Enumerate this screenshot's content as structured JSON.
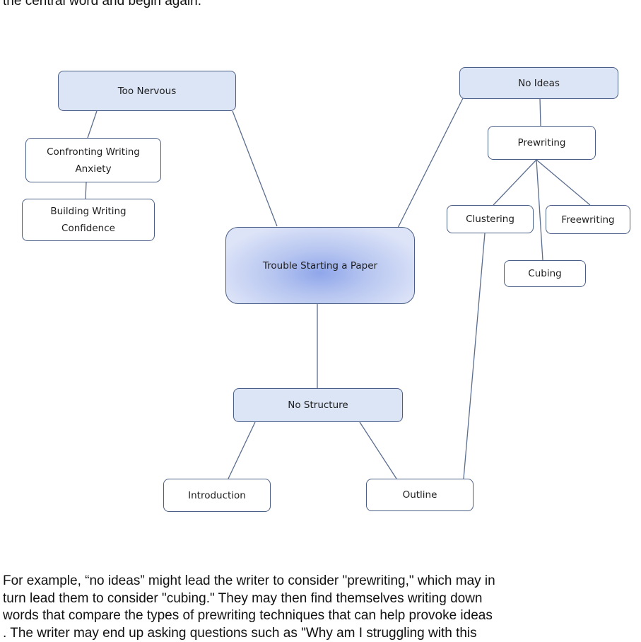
{
  "intro_text": "the central word and begin again.",
  "diagram": {
    "center": "Trouble Starting a Paper",
    "too_nervous": "Too Nervous",
    "confronting": "Confronting Writing Anxiety",
    "building": "Building Writing Confidence",
    "no_ideas": "No Ideas",
    "prewriting": "Prewriting",
    "clustering": "Clustering",
    "freewriting": "Freewriting",
    "cubing": "Cubing",
    "no_structure": "No Structure",
    "introduction": "Introduction",
    "outline": "Outline"
  },
  "bottom_text": [
    "For example, “no ideas” might lead the writer to consider \"prewriting,\" which may in",
    "turn lead them to consider \"cubing.\" They may then find themselves writing down",
    "words that compare the types of prewriting techniques that can help provoke ideas",
    ". The writer may end up asking questions such as \"Why am I struggling with this"
  ],
  "colors": {
    "box_border": "#4a5f87",
    "highlight_fill": "#dce5f5",
    "center_fill": "#8fa6ea",
    "line": "#5a6d8f"
  }
}
